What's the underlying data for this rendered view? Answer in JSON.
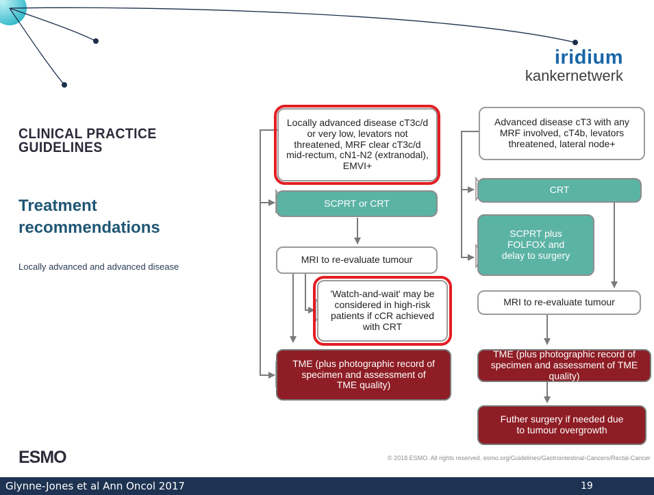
{
  "logo": {
    "line1": "iridium",
    "line2": "kankernetwerk"
  },
  "sidebar": {
    "guidelines_title": "CLINICAL PRACTICE GUIDELINES",
    "section_title": "Treatment recommendations",
    "subtitle": "Locally advanced and advanced disease"
  },
  "flowchart": {
    "left": {
      "entry": "Locally advanced disease cT3c/d or very low, levators not threatened, MRF clear cT3c/d mid-rectum, cN1-N2 (extranodal), EMVI+",
      "therapy": "SCPRT or CRT",
      "mri": "MRI to re-evaluate tumour",
      "watch_wait": "'Watch-and-wait' may be considered in high-risk patients if cCR achieved with CRT",
      "tme": "TME (plus photographic record of specimen and assessment of TME quality)"
    },
    "right": {
      "entry": "Advanced disease cT3 with any MRF involved, cT4b, levators threatened, lateral node+",
      "crt": "CRT",
      "scprt": "SCPRT plus FOLFOX and delay to surgery",
      "mri": "MRI to re-evaluate tumour",
      "tme": "TME (plus photographic record of specimen and assessment of TME quality)",
      "further": "Futher surgery if needed due to tumour overgrowth"
    }
  },
  "brand": {
    "esmo": "ESMO"
  },
  "copyright": "© 2018 ESMO. All rights reserved. esmo.org/Guidelines/Gastrointestinal-Cancers/Rectal-Cancer",
  "footer": {
    "citation": "Glynne-Jones et al Ann Oncol 2017",
    "page_number": "19"
  },
  "colors": {
    "teal": "#5bb3a4",
    "dark_red": "#8e1d25",
    "highlight": "#e31e24",
    "footer_bg": "#1e3351",
    "logo_blue": "#1a66a8"
  }
}
